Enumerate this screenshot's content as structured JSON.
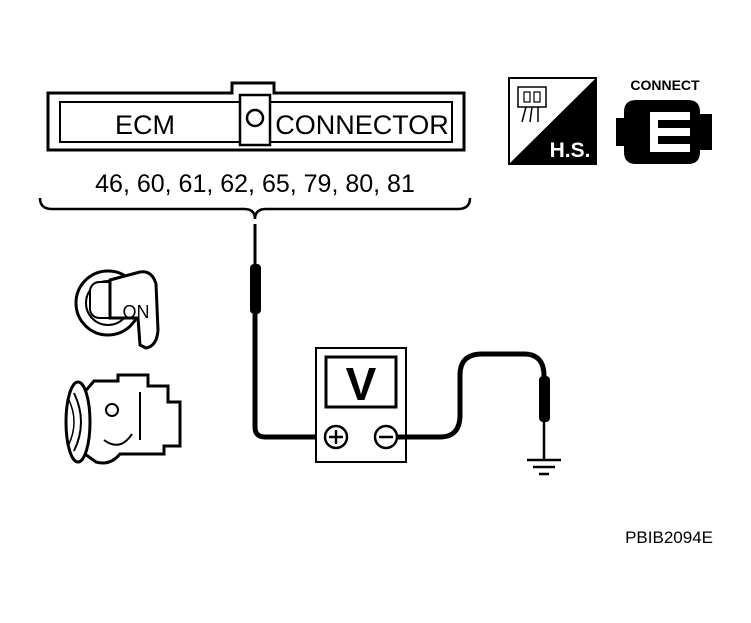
{
  "connector": {
    "left_label": "ECM",
    "right_label": "CONNECTOR",
    "pins": "46, 60, 61, 62, 65, 79, 80, 81"
  },
  "icons": {
    "hs_label": "H.S.",
    "connect_label": "CONNECT",
    "ignition_label": "ON"
  },
  "meter": {
    "label": "V"
  },
  "figure_code": "PBIB2094E"
}
